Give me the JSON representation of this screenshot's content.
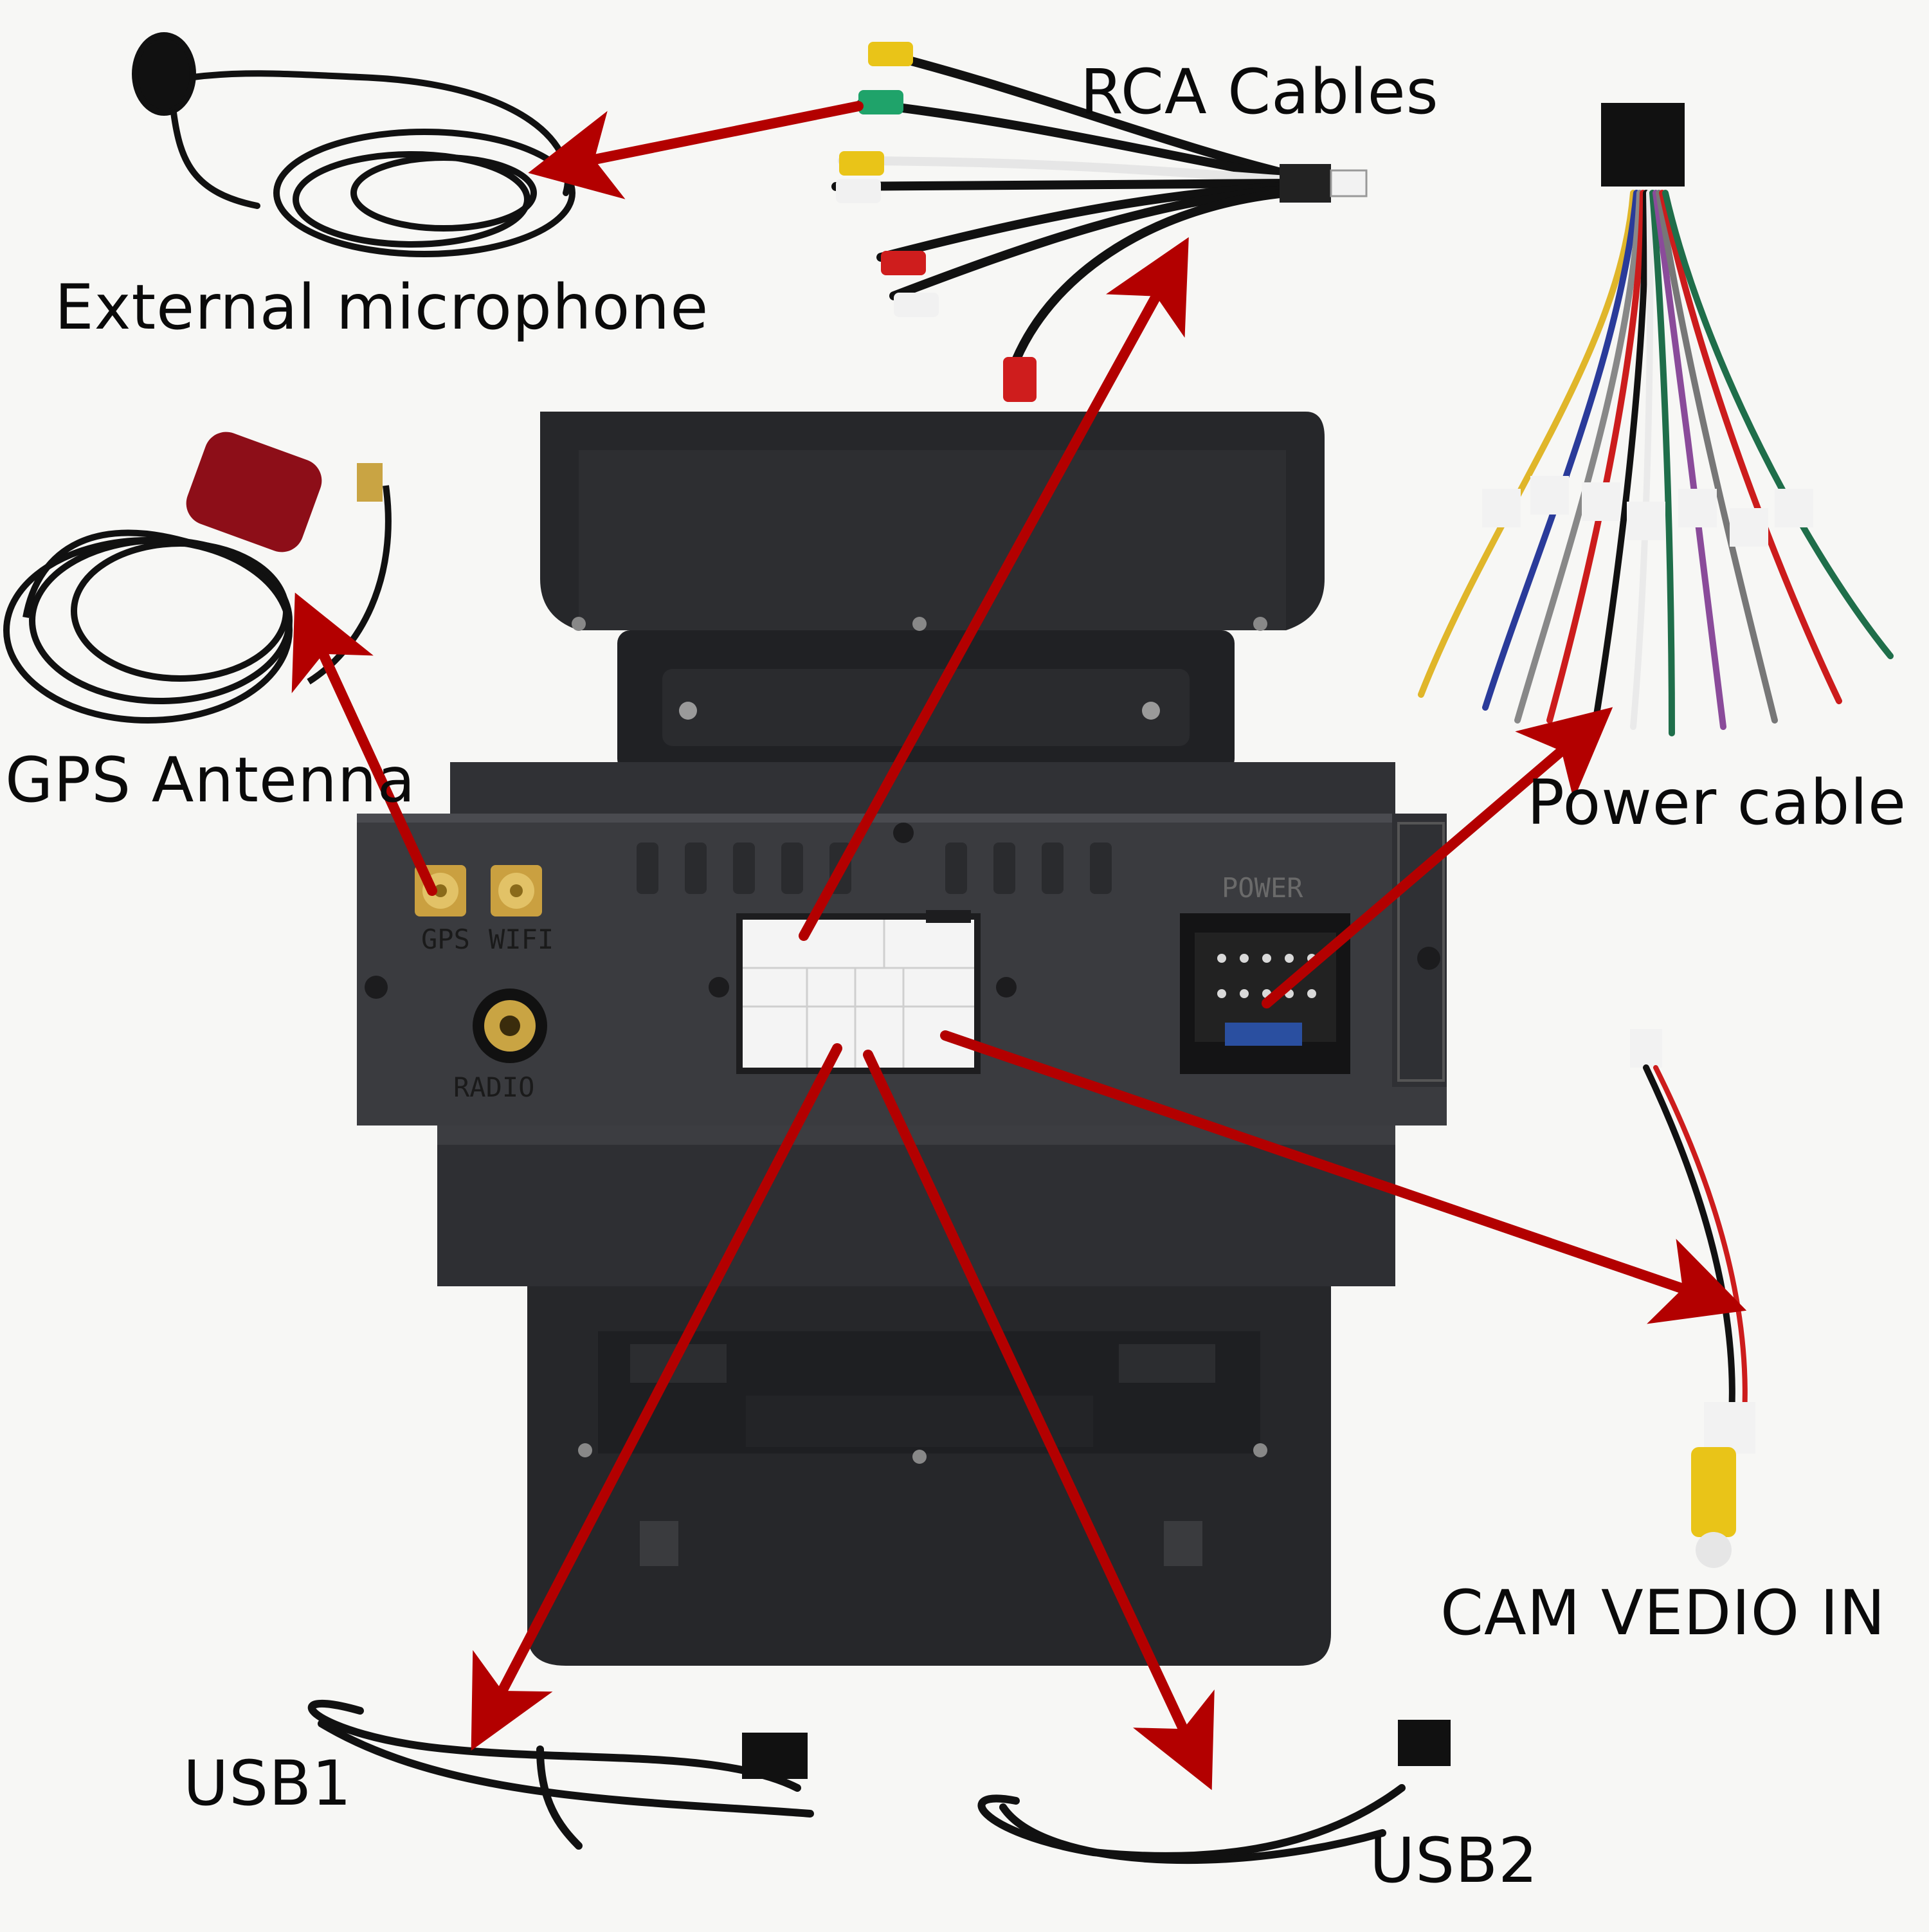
{
  "labels": {
    "rca": "RCA Cables",
    "mic": "External microphone",
    "gps": "GPS Antenna",
    "power": "Power cable",
    "cam": "CAM VEDIO IN",
    "usb1": "USB1",
    "usb2": "USB2"
  },
  "panel": {
    "gps_port": "GPS",
    "wifi_port": "WIFI",
    "radio_port": "RADIO",
    "power_port": "POWER"
  },
  "colors": {
    "arrow": "#b30000",
    "unit_body": "#2b2c2f",
    "panel": "#3a3b3f",
    "connector_white": "#f4f4f4",
    "gold": "#d8b24a"
  }
}
